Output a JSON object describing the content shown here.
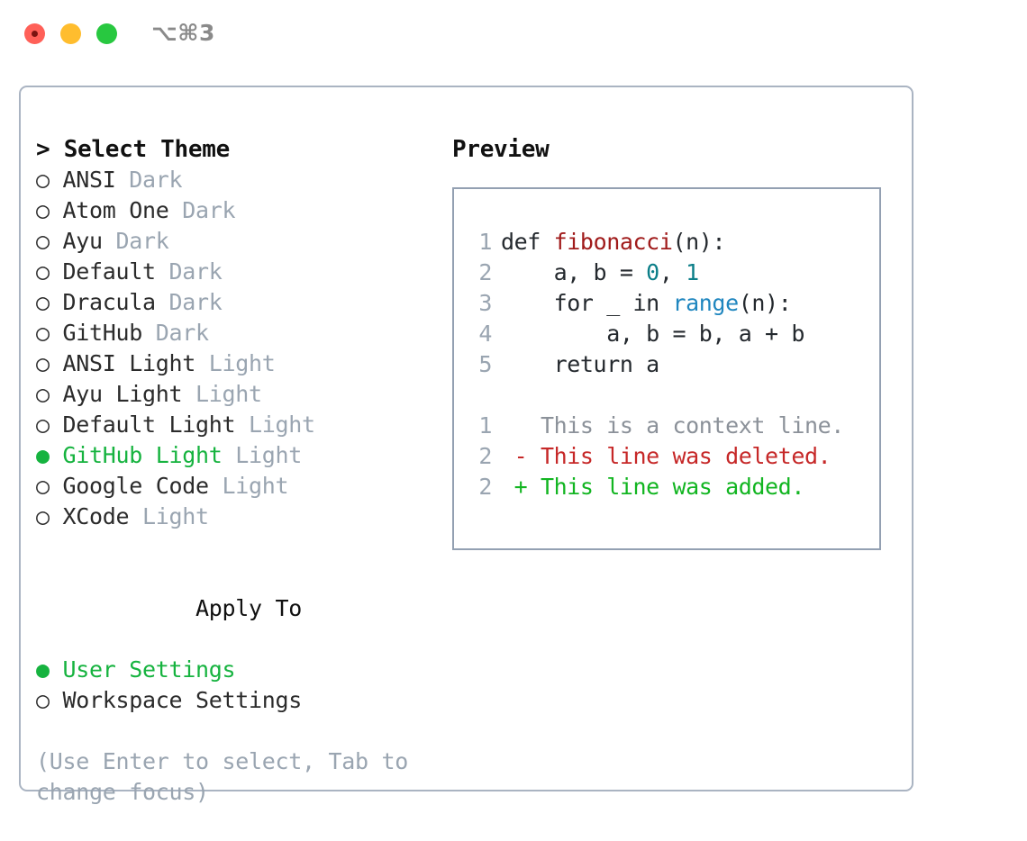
{
  "titlebar": {
    "shortcut": "⌥⌘3",
    "dots": [
      "close",
      "minimize",
      "maximize"
    ]
  },
  "theme_list": {
    "header": "> Select Theme",
    "items": [
      {
        "bullet": "○",
        "name": "ANSI",
        "tag": "Dark",
        "selected": false
      },
      {
        "bullet": "○",
        "name": "Atom One",
        "tag": "Dark",
        "selected": false
      },
      {
        "bullet": "○",
        "name": "Ayu",
        "tag": "Dark",
        "selected": false
      },
      {
        "bullet": "○",
        "name": "Default",
        "tag": "Dark",
        "selected": false
      },
      {
        "bullet": "○",
        "name": "Dracula",
        "tag": "Dark",
        "selected": false
      },
      {
        "bullet": "○",
        "name": "GitHub",
        "tag": "Dark",
        "selected": false
      },
      {
        "bullet": "○",
        "name": "ANSI Light",
        "tag": "Light",
        "selected": false
      },
      {
        "bullet": "○",
        "name": "Ayu Light",
        "tag": "Light",
        "selected": false
      },
      {
        "bullet": "○",
        "name": "Default Light",
        "tag": "Light",
        "selected": false
      },
      {
        "bullet": "●",
        "name": "GitHub Light",
        "tag": "Light",
        "selected": true
      },
      {
        "bullet": "○",
        "name": "Google Code",
        "tag": "Light",
        "selected": false
      },
      {
        "bullet": "○",
        "name": "XCode",
        "tag": "Light",
        "selected": false
      }
    ]
  },
  "apply_to": {
    "header": "Apply To",
    "items": [
      {
        "bullet": "●",
        "label": "User Settings",
        "selected": true
      },
      {
        "bullet": "○",
        "label": "Workspace Settings",
        "selected": false
      }
    ]
  },
  "hint": "(Use Enter to select, Tab to change focus)",
  "preview": {
    "header": "Preview",
    "code_lines": [
      {
        "num": "1",
        "tokens": [
          {
            "t": "def ",
            "c": "plain"
          },
          {
            "t": "fibonacci",
            "c": "fn"
          },
          {
            "t": "(n):",
            "c": "plain"
          }
        ]
      },
      {
        "num": "2",
        "tokens": [
          {
            "t": "    a, b = ",
            "c": "plain"
          },
          {
            "t": "0",
            "c": "num"
          },
          {
            "t": ", ",
            "c": "plain"
          },
          {
            "t": "1",
            "c": "num"
          }
        ]
      },
      {
        "num": "3",
        "tokens": [
          {
            "t": "    for _ in ",
            "c": "plain"
          },
          {
            "t": "range",
            "c": "call"
          },
          {
            "t": "(n):",
            "c": "plain"
          }
        ]
      },
      {
        "num": "4",
        "tokens": [
          {
            "t": "        a, b = b, a + b",
            "c": "plain"
          }
        ]
      },
      {
        "num": "5",
        "tokens": [
          {
            "t": "    return a",
            "c": "plain"
          }
        ]
      }
    ],
    "diff_lines": [
      {
        "num": "1",
        "marker": "  ",
        "text": "This is a context line.",
        "kind": "ctx"
      },
      {
        "num": "2",
        "marker": "- ",
        "text": "This line was deleted.",
        "kind": "del"
      },
      {
        "num": "2",
        "marker": "+ ",
        "text": "This line was added.",
        "kind": "add"
      }
    ]
  },
  "colors": {
    "accent_green": "#16b33f",
    "muted": "#9aa5b1",
    "border": "#aab4c2",
    "code_fn": "#a01b1b",
    "code_num": "#0b7e88",
    "code_call": "#1f86bf",
    "diff_del": "#c62828",
    "diff_add": "#12b521"
  }
}
